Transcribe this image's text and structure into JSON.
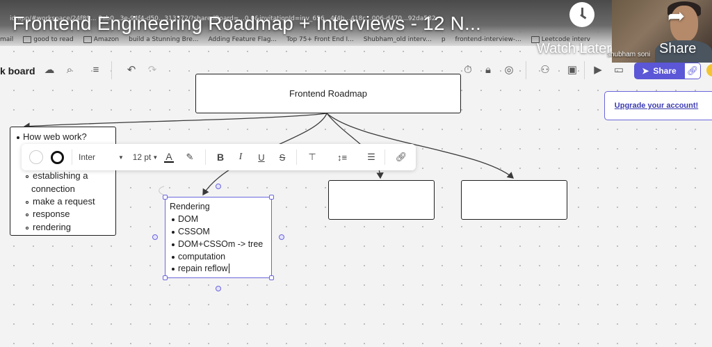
{
  "browser": {
    "url": "id.app/#workspace/24f89... 3ab0...3e-94f4-d50...313372/?sharedBoard=...0.0&invitationId=inv_656...4f4b...418c...006-d470...92da582",
    "bookmarks": [
      "mail",
      "good to read",
      "Amazon",
      "build a Stunning Bre...",
      "Adding Feature Flag...",
      "Top 75+ Front End I...",
      "Shubham_old interv...",
      "p",
      "frontend-interview-...",
      "Leetcode interv"
    ]
  },
  "video": {
    "title": "Frontend Engineering Roadmap + Interviews - 12 N...",
    "watch_later": "Watch Later",
    "share": "Share",
    "presenter": "shubham soni"
  },
  "toolbar": {
    "board_label": "k board",
    "share_label": "Share"
  },
  "format_toolbar": {
    "font_family": "Inter",
    "font_size": "12 pt",
    "text_color_label": "A",
    "bold": "B",
    "italic": "I",
    "underline": "U",
    "strike": "S"
  },
  "nodes": {
    "root": "Frontend Roadmap",
    "how_web": {
      "heading": "How web work?",
      "items": [
        "establishing a",
        "connection",
        "make a request",
        "response",
        "rendering"
      ]
    },
    "rendering": {
      "heading": "Rendering",
      "items": [
        "DOM",
        "CSSOM",
        "DOM+CSSOm -> tree",
        "computation",
        "repain reflow"
      ]
    }
  },
  "upgrade": {
    "link": "Upgrade your account!"
  },
  "colors": {
    "accent": "#5b57d6",
    "selection": "#6965db",
    "text": "#1e1e1e"
  }
}
